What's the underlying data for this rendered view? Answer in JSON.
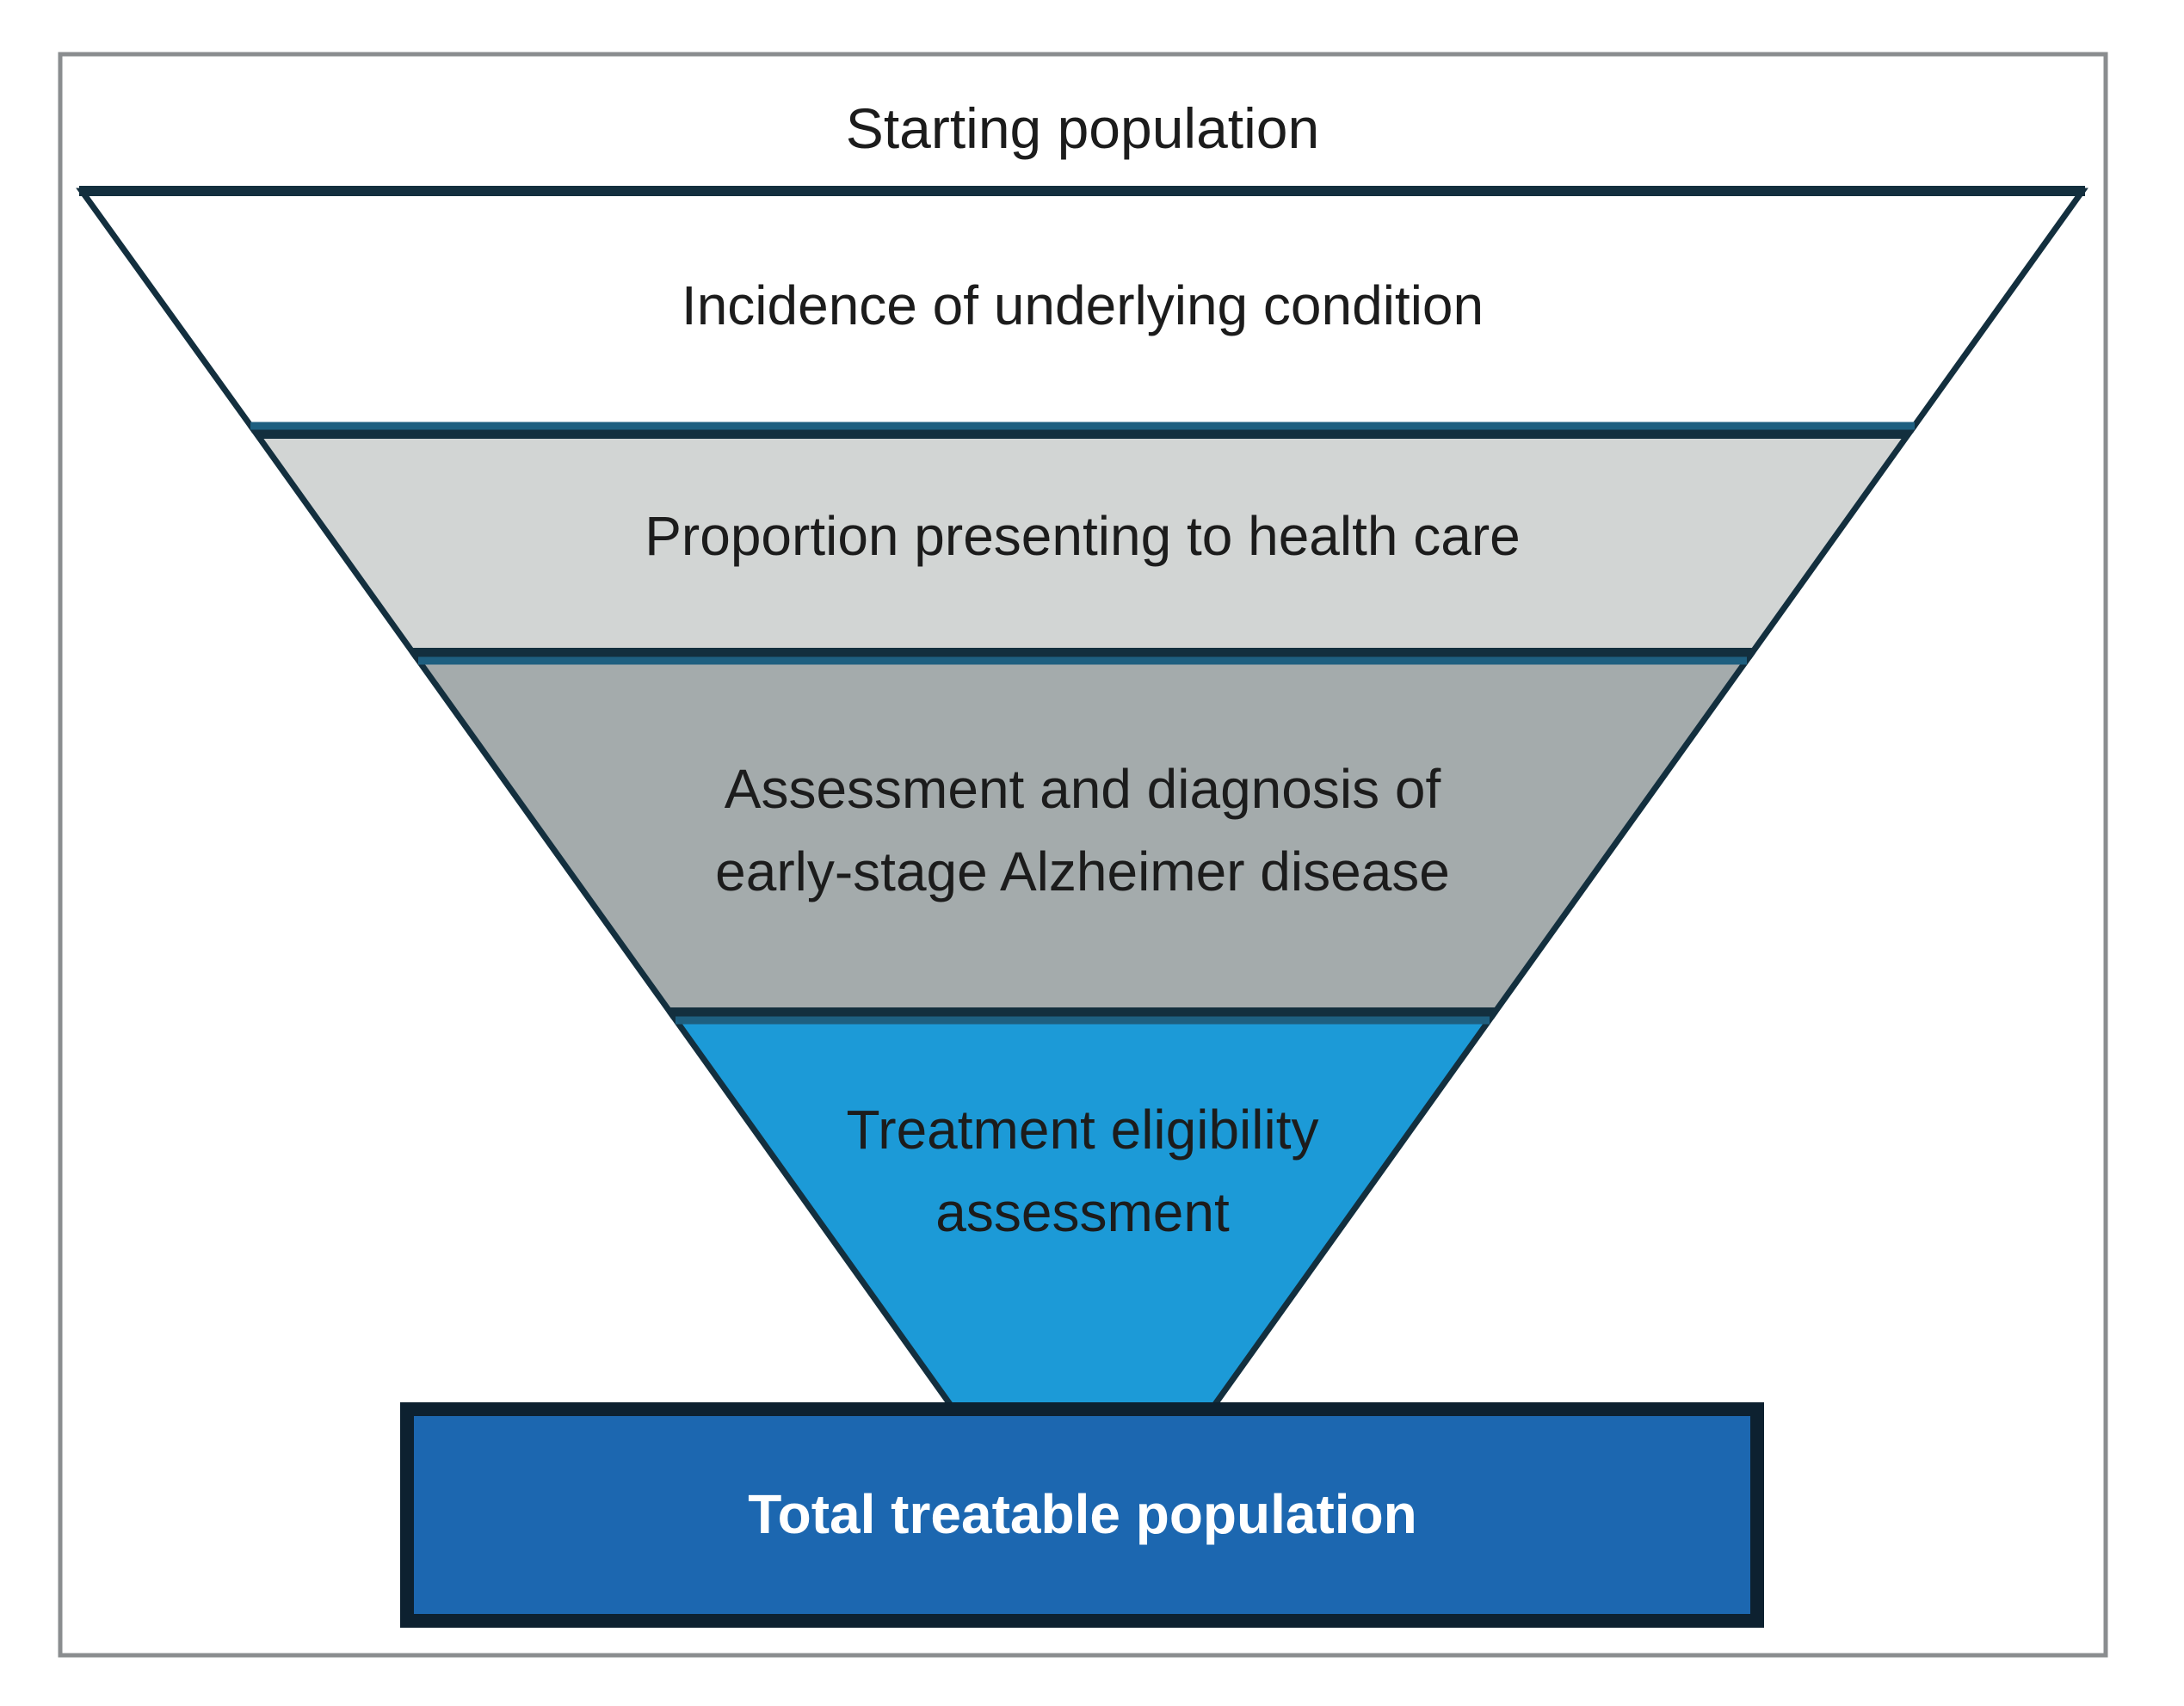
{
  "title": "Starting population",
  "funnel": {
    "layers": [
      {
        "label": "Incidence of underlying condition",
        "lines": [
          "Incidence of underlying condition"
        ]
      },
      {
        "label": "Proportion presenting to health care",
        "lines": [
          "Proportion presenting to health care"
        ]
      },
      {
        "label": "Assessment and diagnosis of early-stage Alzheimer disease",
        "lines": [
          "Assessment and diagnosis of",
          "early-stage Alzheimer disease"
        ]
      },
      {
        "label": "Treatment eligibility assessment",
        "lines": [
          "Treatment eligibility",
          "assessment"
        ]
      }
    ],
    "result_label": "Total treatable population"
  },
  "colors": {
    "frame_border": "#8a8d8f",
    "outline_dark": "#132f3e",
    "accent_teal": "#1e5f80",
    "layer1_fill": "#ffffff",
    "layer2_fill": "#d2d5d4",
    "layer3_fill": "#a4abac",
    "layer4_fill": "#1c9ad7",
    "result_fill": "#1c67b0",
    "result_border": "#0d2130",
    "text_dark": "#1c1c1c",
    "text_light": "#ffffff"
  }
}
